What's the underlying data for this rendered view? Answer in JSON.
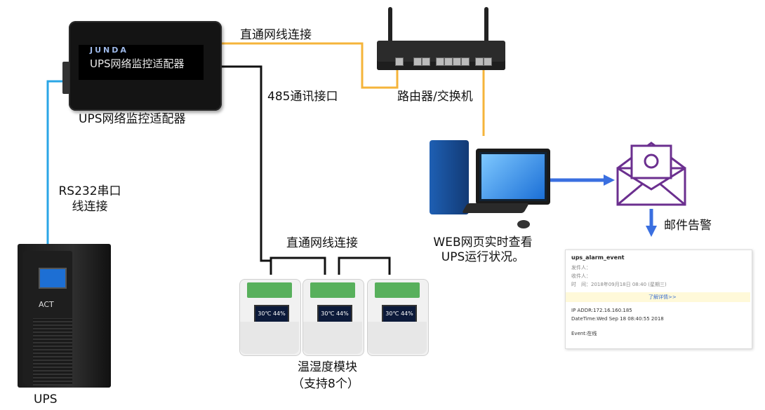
{
  "labels": {
    "adapter_caption": "UPS网络监控适配器",
    "adapter_brand": "JUNDA",
    "adapter_screen": "UPS网络监控适配器",
    "link_adapter_router": "直通网线连接",
    "link_485": "485通讯接口",
    "router_caption": "路由器/交换机",
    "rs232_line1": "RS232串口",
    "rs232_line2": "线连接",
    "ups_caption": "UPS",
    "modules_link": "直通网线连接",
    "modules_caption_1": "温湿度模块",
    "modules_caption_2": "（支持8个）",
    "web_line1": "WEB网页实时查看",
    "web_line2": "UPS运行状况。",
    "email_caption": "邮件告警",
    "ups_logo": "ACT"
  },
  "modules": [
    {
      "display": "30℃ 44%"
    },
    {
      "display": "30℃ 44%"
    },
    {
      "display": "30℃ 44%"
    }
  ],
  "email": {
    "subject": "ups_alarm_event",
    "from": "发件人：",
    "to": "收件人：",
    "time": "时　间：2018年09月18日 08:40 (星期三)",
    "expand": "了解详情>>",
    "ip_line": "IP ADDR:172.16.160.185",
    "date_line": "DateTime:Wed Sep 18 08:40:55 2018",
    "event_line": "Event:在线"
  },
  "colors": {
    "ethernet": "#f5b43a",
    "rs485": "#111111",
    "rs232": "#2aa6e6",
    "arrow": "#3a6fe0",
    "envelope": "#6b2f8f"
  }
}
